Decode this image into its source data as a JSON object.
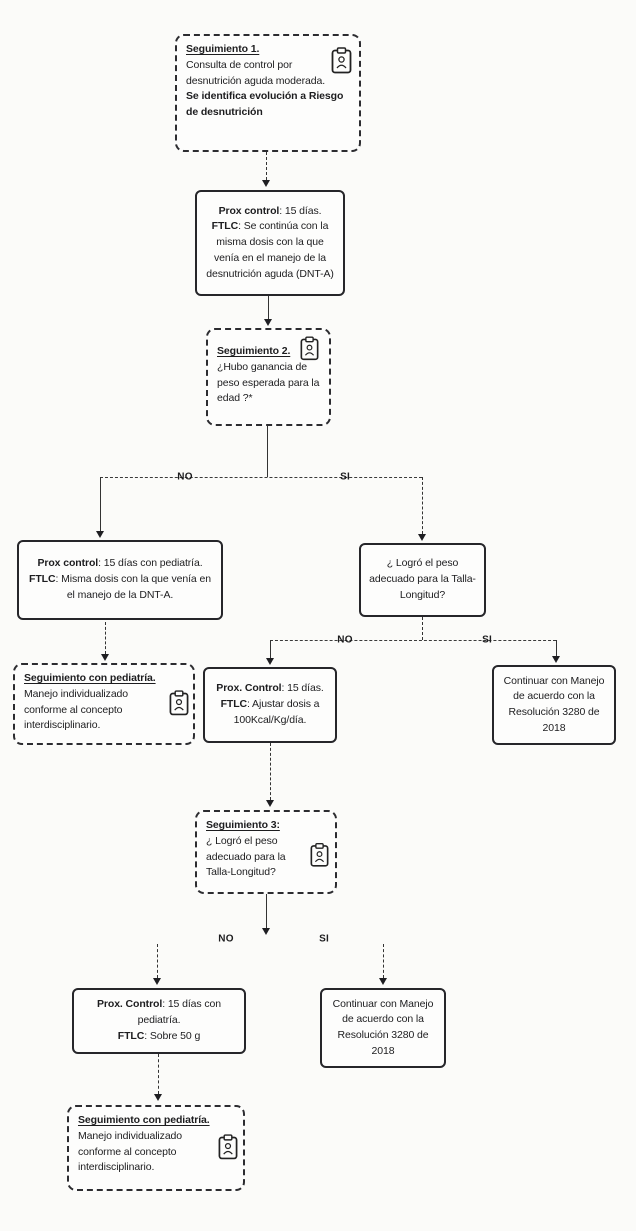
{
  "page": {
    "background": "#fbfbf9",
    "ink": "#1d1d1f",
    "border_color": "#26262a"
  },
  "nodes": {
    "seg1": {
      "title": "Seguimiento 1.",
      "body": "Consulta de control por desnutrición aguda moderada.",
      "emphasis": "Se identifica evolución a Riesgo de desnutrición",
      "icon": "clipboard-icon"
    },
    "control1": {
      "l1_bold": "Prox control",
      "l1_rest": ": 15 días.",
      "l2_bold": "FTLC",
      "l2_rest": ": Se continúa con la misma dosis con la que venía en el manejo de la desnutrición aguda (DNT-A)"
    },
    "seg2": {
      "title": "Seguimiento 2.",
      "body": "¿Hubo ganancia de peso esperada para la edad ?*",
      "icon": "clipboard-icon"
    },
    "branch1": {
      "no": "NO",
      "si": "SI"
    },
    "control2": {
      "l1_bold": "Prox control",
      "l1_rest": ": 15 días con pediatría.",
      "l2_bold": "FTLC",
      "l2_rest": ": Misma dosis con la que venía en el manejo de la DNT-A."
    },
    "q_talla": {
      "body": "¿ Logró el peso adecuado para la Talla-Longitud?"
    },
    "branch2": {
      "no": "NO",
      "si": "SI"
    },
    "ped1": {
      "title": "Seguimiento con pediatría.",
      "body": "Manejo individualizado conforme al concepto interdisciplinario.",
      "icon": "clipboard-icon"
    },
    "control3": {
      "l1_bold": "Prox. Control",
      "l1_rest": ": 15 días.",
      "l2_bold": "FTLC",
      "l2_rest": ": Ajustar dosis a 100Kcal/Kg/día."
    },
    "res3280a": {
      "body": "Continuar con Manejo de acuerdo con la Resolución 3280 de 2018"
    },
    "seg3": {
      "title": "Seguimiento 3:",
      "body": "¿ Logró el peso adecuado para la Talla-Longitud?",
      "icon": "clipboard-icon"
    },
    "branch3": {
      "no": "NO",
      "si": "SI"
    },
    "control4": {
      "l1_bold": "Prox. Control",
      "l1_rest": ": 15 días con pediatría.",
      "l2_bold": "FTLC",
      "l2_rest": ": Sobre 50 g"
    },
    "res3280b": {
      "body": "Continuar con Manejo de acuerdo con la Resolución 3280 de 2018"
    },
    "ped2": {
      "title": "Seguimiento con pediatría.",
      "body": "Manejo individualizado conforme al concepto interdisciplinario.",
      "icon": "clipboard-icon"
    }
  }
}
